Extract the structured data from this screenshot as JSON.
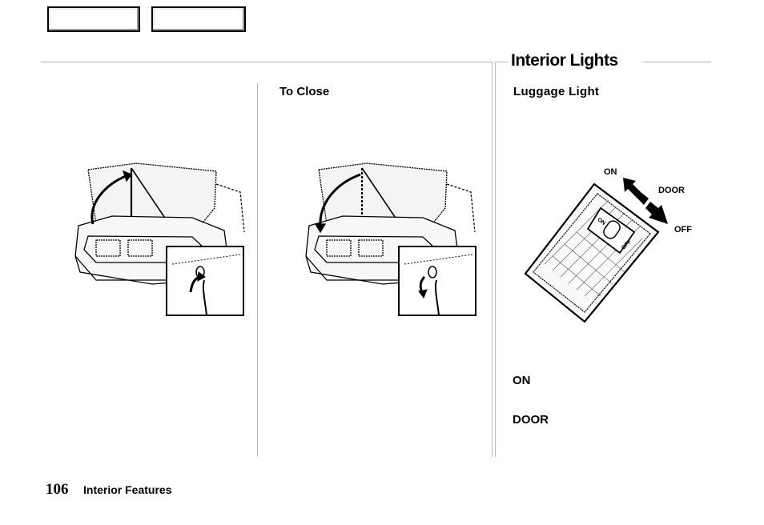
{
  "nav": {
    "button1": "",
    "button2": ""
  },
  "header": {
    "title": "Interior Lights"
  },
  "sections": {
    "to_close": "To Close",
    "luggage_light": "Luggage Light"
  },
  "switch_labels": {
    "on": "ON",
    "door": "DOOR",
    "off": "OFF"
  },
  "switch_text": {
    "on_small": "ON",
    "off_small": "OFF"
  },
  "terms": {
    "on": "ON",
    "door": "DOOR"
  },
  "footer": {
    "page_number": "106",
    "section": "Interior Features"
  }
}
